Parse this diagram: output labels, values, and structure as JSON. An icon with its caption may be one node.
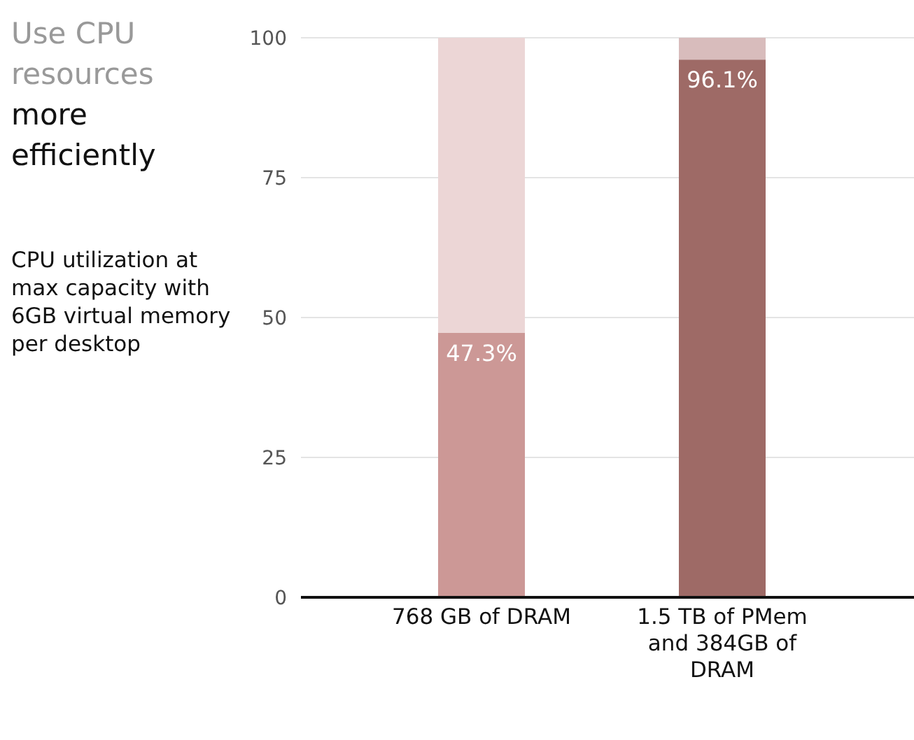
{
  "diagram": {
    "labels": [
      "Use CPU resources",
      "more efficiently",
      "CPU utilization at max capacity with 6GB virtual memory per desktop"
    ],
    "chart_data": {
      "type": "bar",
      "categories": [
        "768 GB of DRAM",
        "1.5 TB of PMem and 384GB of DRAM"
      ],
      "series": [
        {
          "color": "#cc9896",
          "values": [
            47.3,
            null
          ]
        },
        {
          "color": "#9e6a66",
          "values": [
            null,
            96.1
          ]
        },
        {
          "color": "#ecd6d6",
          "values": [
            52.7,
            null
          ]
        },
        {
          "color": "#d8bcbc",
          "values": [
            null,
            3.9
          ]
        }
      ],
      "stacked": true,
      "ylim": [
        0,
        100
      ],
      "grid": true,
      "yticks": [
        0,
        25,
        50,
        75,
        100
      ],
      "value_labels": [
        "47.3%",
        "96.1%"
      ]
    }
  }
}
